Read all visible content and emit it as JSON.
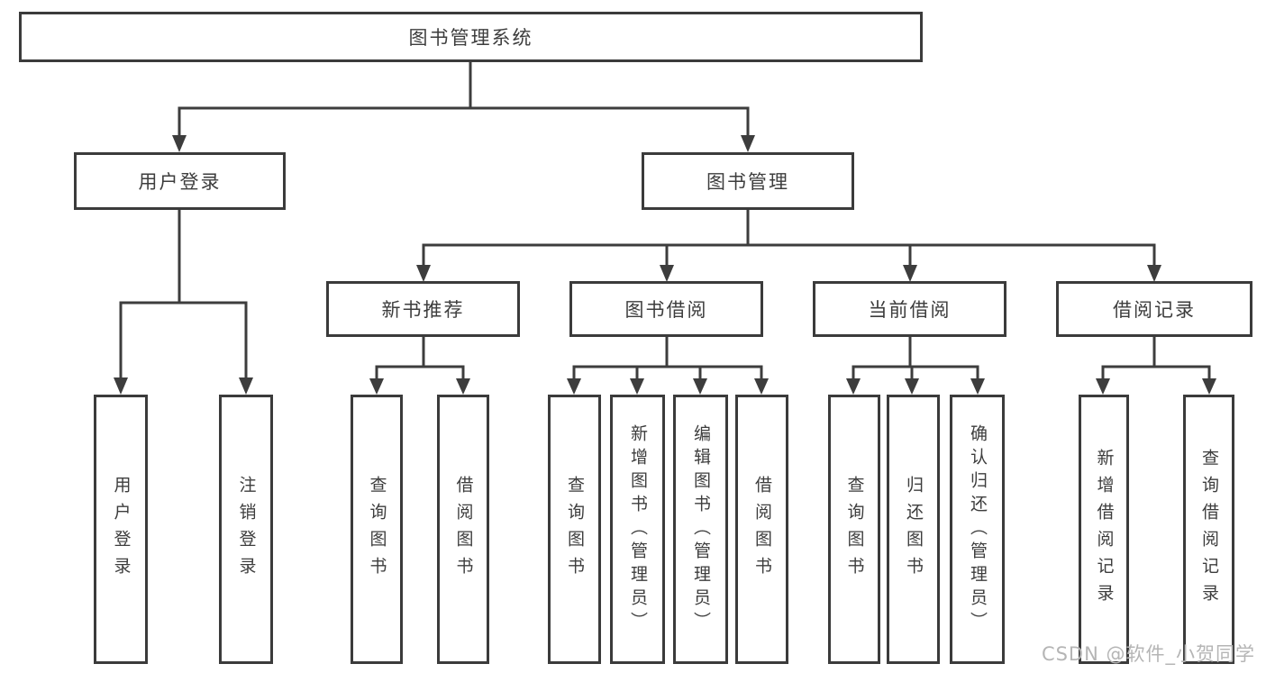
{
  "tree": {
    "label": "图书管理系统",
    "children": [
      {
        "label": "用户登录",
        "children": [
          {
            "label": "用户登录"
          },
          {
            "label": "注销登录"
          }
        ]
      },
      {
        "label": "图书管理",
        "children": [
          {
            "label": "新书推荐",
            "children": [
              {
                "label": "查询图书"
              },
              {
                "label": "借阅图书"
              }
            ]
          },
          {
            "label": "图书借阅",
            "children": [
              {
                "label": "查询图书"
              },
              {
                "label": "新增图书（管理员）"
              },
              {
                "label": "编辑图书（管理员）"
              },
              {
                "label": "借阅图书"
              }
            ]
          },
          {
            "label": "当前借阅",
            "children": [
              {
                "label": "查询图书"
              },
              {
                "label": "归还图书"
              },
              {
                "label": "确认归还（管理员）"
              }
            ]
          },
          {
            "label": "借阅记录",
            "children": [
              {
                "label": "新增借阅记录"
              },
              {
                "label": "查询借阅记录"
              }
            ]
          }
        ]
      }
    ]
  },
  "watermark": {
    "text": "CSDN @软件_小贺同学"
  },
  "colors": {
    "line": "#3d3d3d",
    "box_border": "#3b3b3b",
    "text": "#3d3d3d",
    "watermark": "#b5b5b5",
    "background": "#ffffff"
  }
}
